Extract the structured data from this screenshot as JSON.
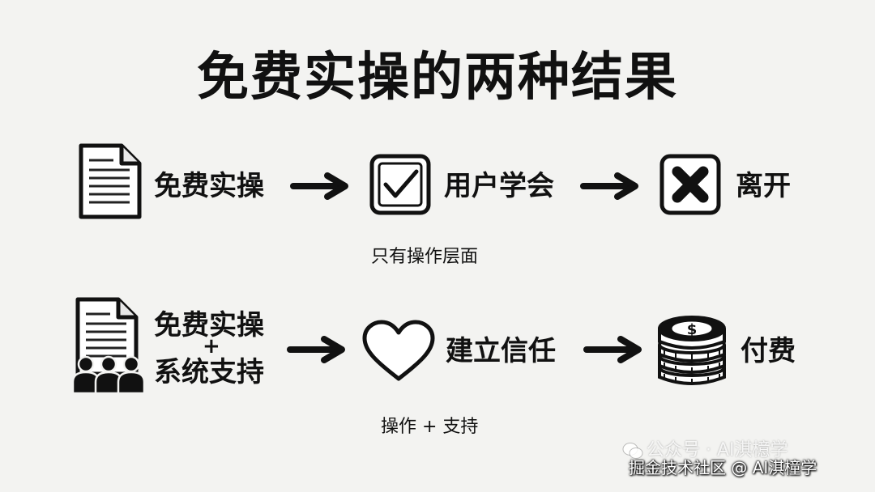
{
  "title": "免费实操的两种结果",
  "row1": {
    "step1": "免费实操",
    "step2": "用户学会",
    "step3": "离开",
    "caption": "只有操作层面"
  },
  "row2": {
    "step1_line1": "免费实操",
    "step1_plus": "+",
    "step1_line2": "系统支持",
    "step2": "建立信任",
    "step3": "付费",
    "caption": "操作 + 支持"
  },
  "watermark": {
    "faint": "公众号 · AI淇檍学",
    "main": "掘金技术社区 @ AI淇橦学"
  },
  "icons": {
    "row1": [
      "document-icon",
      "checkbox-check-icon",
      "x-box-icon"
    ],
    "row2": [
      "document-people-icon",
      "heart-icon",
      "coin-stack-icon"
    ],
    "coin_symbol": "$"
  }
}
